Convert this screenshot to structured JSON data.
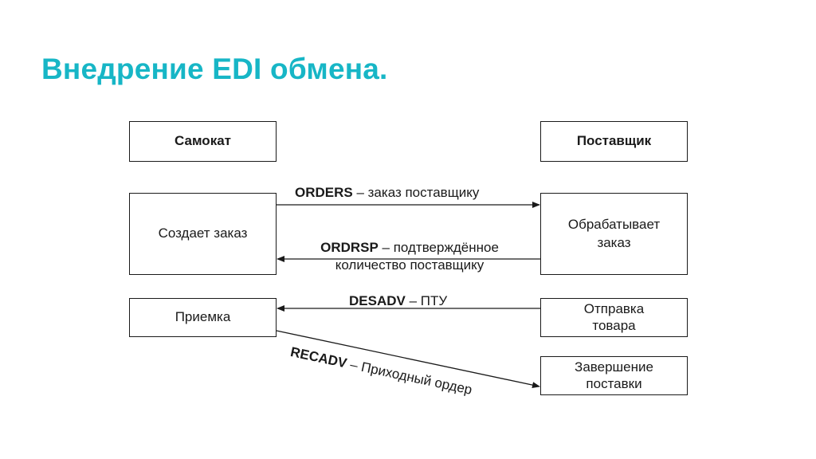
{
  "title": "Внедрение EDI обмена.",
  "left": {
    "header": "Самокат",
    "create_order": "Создает заказ",
    "receiving": "Приемка"
  },
  "right": {
    "header": "Поставщик",
    "process_line1": "Обрабатывает",
    "process_line2": "заказ",
    "ship_line1": "Отправка",
    "ship_line2": "товара",
    "complete_line1": "Завершение",
    "complete_line2": "поставки"
  },
  "messages": {
    "orders_code": "ORDERS",
    "orders_text": " – заказ поставщику",
    "ordrsp_code": "ORDRSP",
    "ordrsp_text": " – подтверждённое",
    "ordrsp_text2": "количество поставщику",
    "desadv_code": "DESADV",
    "desadv_text": " – ПТУ",
    "recadv_code": "RECADV",
    "recadv_text": " – Приходный ордер"
  }
}
